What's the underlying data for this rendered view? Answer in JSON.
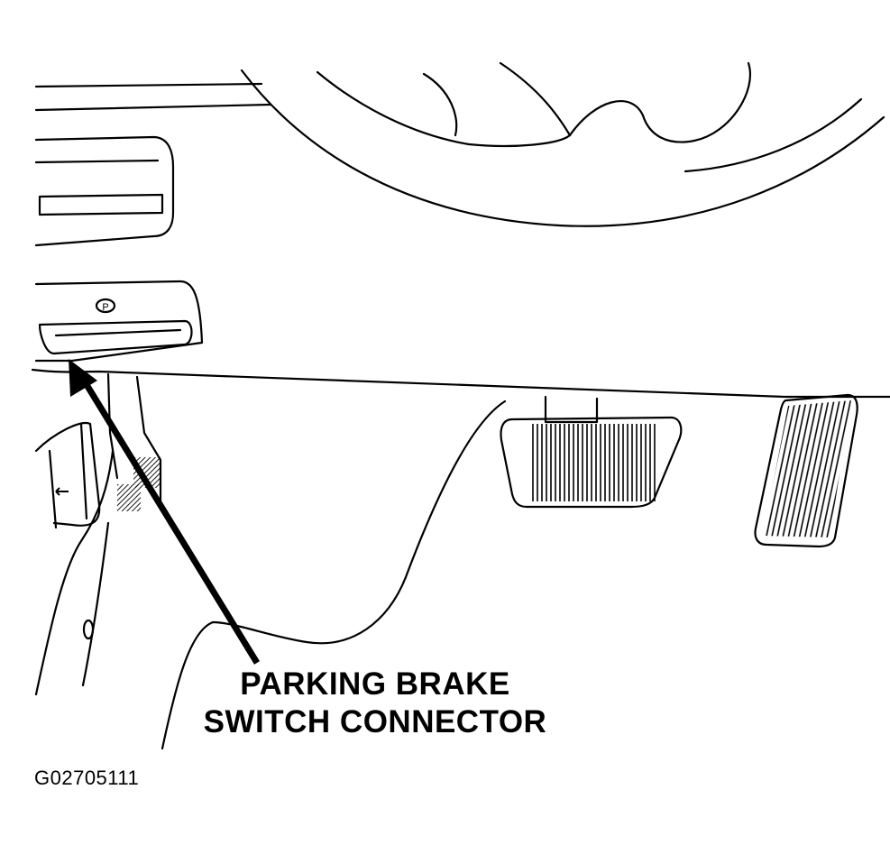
{
  "callout": {
    "line1": "PARKING BRAKE",
    "line2": "SWITCH CONNECTOR"
  },
  "figure_id": "G02705111",
  "icons": {
    "parking_indicator": "P",
    "hood_release": "hood-release-icon"
  },
  "colors": {
    "ink": "#000000",
    "paper": "#ffffff"
  }
}
